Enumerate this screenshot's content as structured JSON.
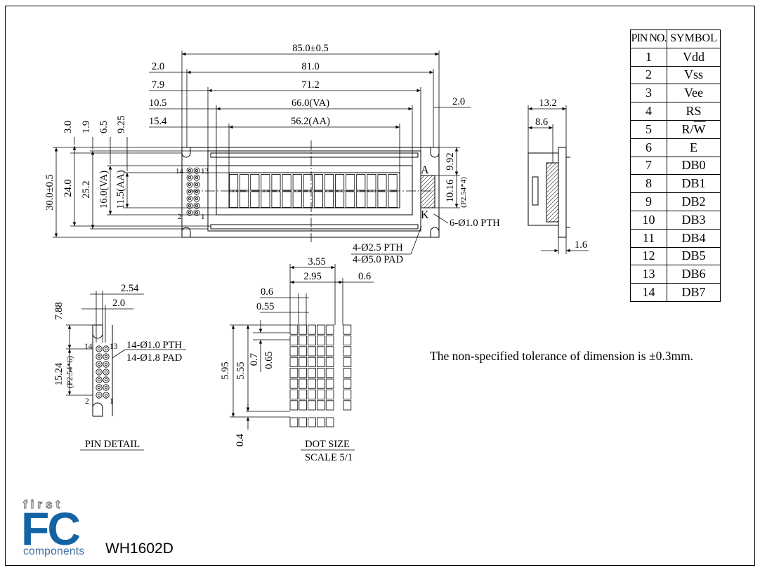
{
  "model": "WH1602D",
  "logo": {
    "first": "first",
    "fc": "FC",
    "components": "components"
  },
  "tolerance_note": "The non-specified tolerance of dimension is ±0.3mm.",
  "pin_table": {
    "headers": [
      "PIN NO.",
      "SYMBOL"
    ],
    "rows": [
      {
        "pin": "1",
        "symbol": "Vdd"
      },
      {
        "pin": "2",
        "symbol": "Vss"
      },
      {
        "pin": "3",
        "symbol": "Vee"
      },
      {
        "pin": "4",
        "symbol": "RS"
      },
      {
        "pin": "5",
        "symbol_prefix": "R/",
        "symbol_overline": "W"
      },
      {
        "pin": "6",
        "symbol": "E"
      },
      {
        "pin": "7",
        "symbol": "DB0"
      },
      {
        "pin": "8",
        "symbol": "DB1"
      },
      {
        "pin": "9",
        "symbol": "DB2"
      },
      {
        "pin": "10",
        "symbol": "DB3"
      },
      {
        "pin": "11",
        "symbol": "DB4"
      },
      {
        "pin": "12",
        "symbol": "DB5"
      },
      {
        "pin": "13",
        "symbol": "DB6"
      },
      {
        "pin": "14",
        "symbol": "DB7"
      }
    ]
  },
  "front_view": {
    "dims_horizontal": [
      "85.0±0.5",
      "81.0",
      "71.2",
      "66.0(VA)",
      "56.2(AA)"
    ],
    "dims_left_offsets": [
      "2.0",
      "7.9",
      "10.5",
      "15.4"
    ],
    "dim_right_offset": "2.0",
    "dims_vertical_top": [
      "3.0",
      "1.9",
      "6.5",
      "9.25"
    ],
    "dims_vertical": [
      "30.0±0.5",
      "24.0",
      "25.2",
      "16.0(VA)",
      "11.5(AA)"
    ],
    "dims_right_vertical": [
      "9.92",
      "10.16",
      "(P2.54*4)"
    ],
    "backlight_labels": [
      "A",
      "K"
    ],
    "pin_labels": [
      "14",
      "13",
      "2",
      "1"
    ],
    "hole_callouts": [
      "6-Ø1.0 PTH",
      "4-Ø2.5 PTH",
      "4-Ø5.0 PAD"
    ]
  },
  "side_view": {
    "dims": [
      "13.2",
      "8.6",
      "1.6"
    ]
  },
  "pin_detail": {
    "title": "PIN DETAIL",
    "dims": [
      "2.54",
      "2.0",
      "7.88",
      "15.24",
      "(P2.54*6)"
    ],
    "pin_labels": [
      "14",
      "13",
      "2",
      "1"
    ],
    "callouts": [
      "14-Ø1.0 PTH",
      "14-Ø1.8 PAD"
    ]
  },
  "dot_size": {
    "title": "DOT SIZE",
    "scale": "SCALE 5/1",
    "dims": [
      "3.55",
      "2.95",
      "0.6",
      "0.6",
      "0.55",
      "5.95",
      "5.55",
      "0.7",
      "0.65",
      "0.4"
    ]
  },
  "colors": {
    "logo_blue": "#1464a5",
    "logo_gray": "#6b6b6b",
    "line": "#000000"
  }
}
